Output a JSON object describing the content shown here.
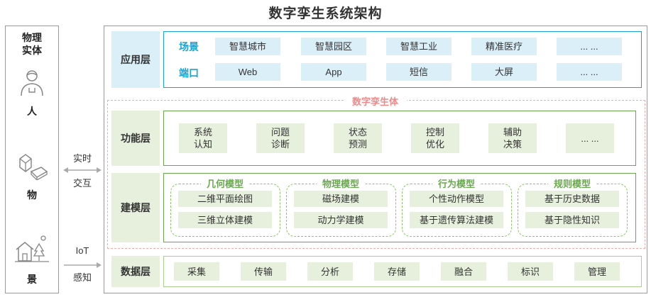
{
  "title": "数字孪生系统架构",
  "physical": {
    "heading": "物理\n实体",
    "person": "人",
    "thing": "物",
    "scene": "景"
  },
  "connector": {
    "realtime_1": "实时",
    "realtime_2": "交互",
    "iot_1": "IoT",
    "iot_2": "感知"
  },
  "app_layer": {
    "label": "应用层",
    "row1_label": "场景",
    "row1": [
      "智慧城市",
      "智慧园区",
      "智慧工业",
      "精准医疗",
      "... ..."
    ],
    "row2_label": "端口",
    "row2": [
      "Web",
      "App",
      "短信",
      "大屏",
      "... ..."
    ]
  },
  "twin_label": "数字孪生体",
  "func_layer": {
    "label": "功能层",
    "items": [
      "系统\n认知",
      "问题\n诊断",
      "状态\n预测",
      "控制\n优化",
      "辅助\n决策",
      "... ..."
    ]
  },
  "model_layer": {
    "label": "建模层",
    "groups": [
      {
        "title": "几何模型",
        "items": [
          "二维平面绘图",
          "三维立体建模"
        ]
      },
      {
        "title": "物理模型",
        "items": [
          "磁场建模",
          "动力学建模"
        ]
      },
      {
        "title": "行为模型",
        "items": [
          "个性动作模型",
          "基于遗传算法建模"
        ]
      },
      {
        "title": "规则模型",
        "items": [
          "基于历史数据",
          "基于隐性知识"
        ]
      }
    ]
  },
  "data_layer": {
    "label": "数据层",
    "items": [
      "采集",
      "传输",
      "分析",
      "存储",
      "融合",
      "标识",
      "管理"
    ]
  },
  "colors": {
    "blue": "#1aa3d6",
    "green": "#6aa84f",
    "pink": "#f08a8a"
  }
}
